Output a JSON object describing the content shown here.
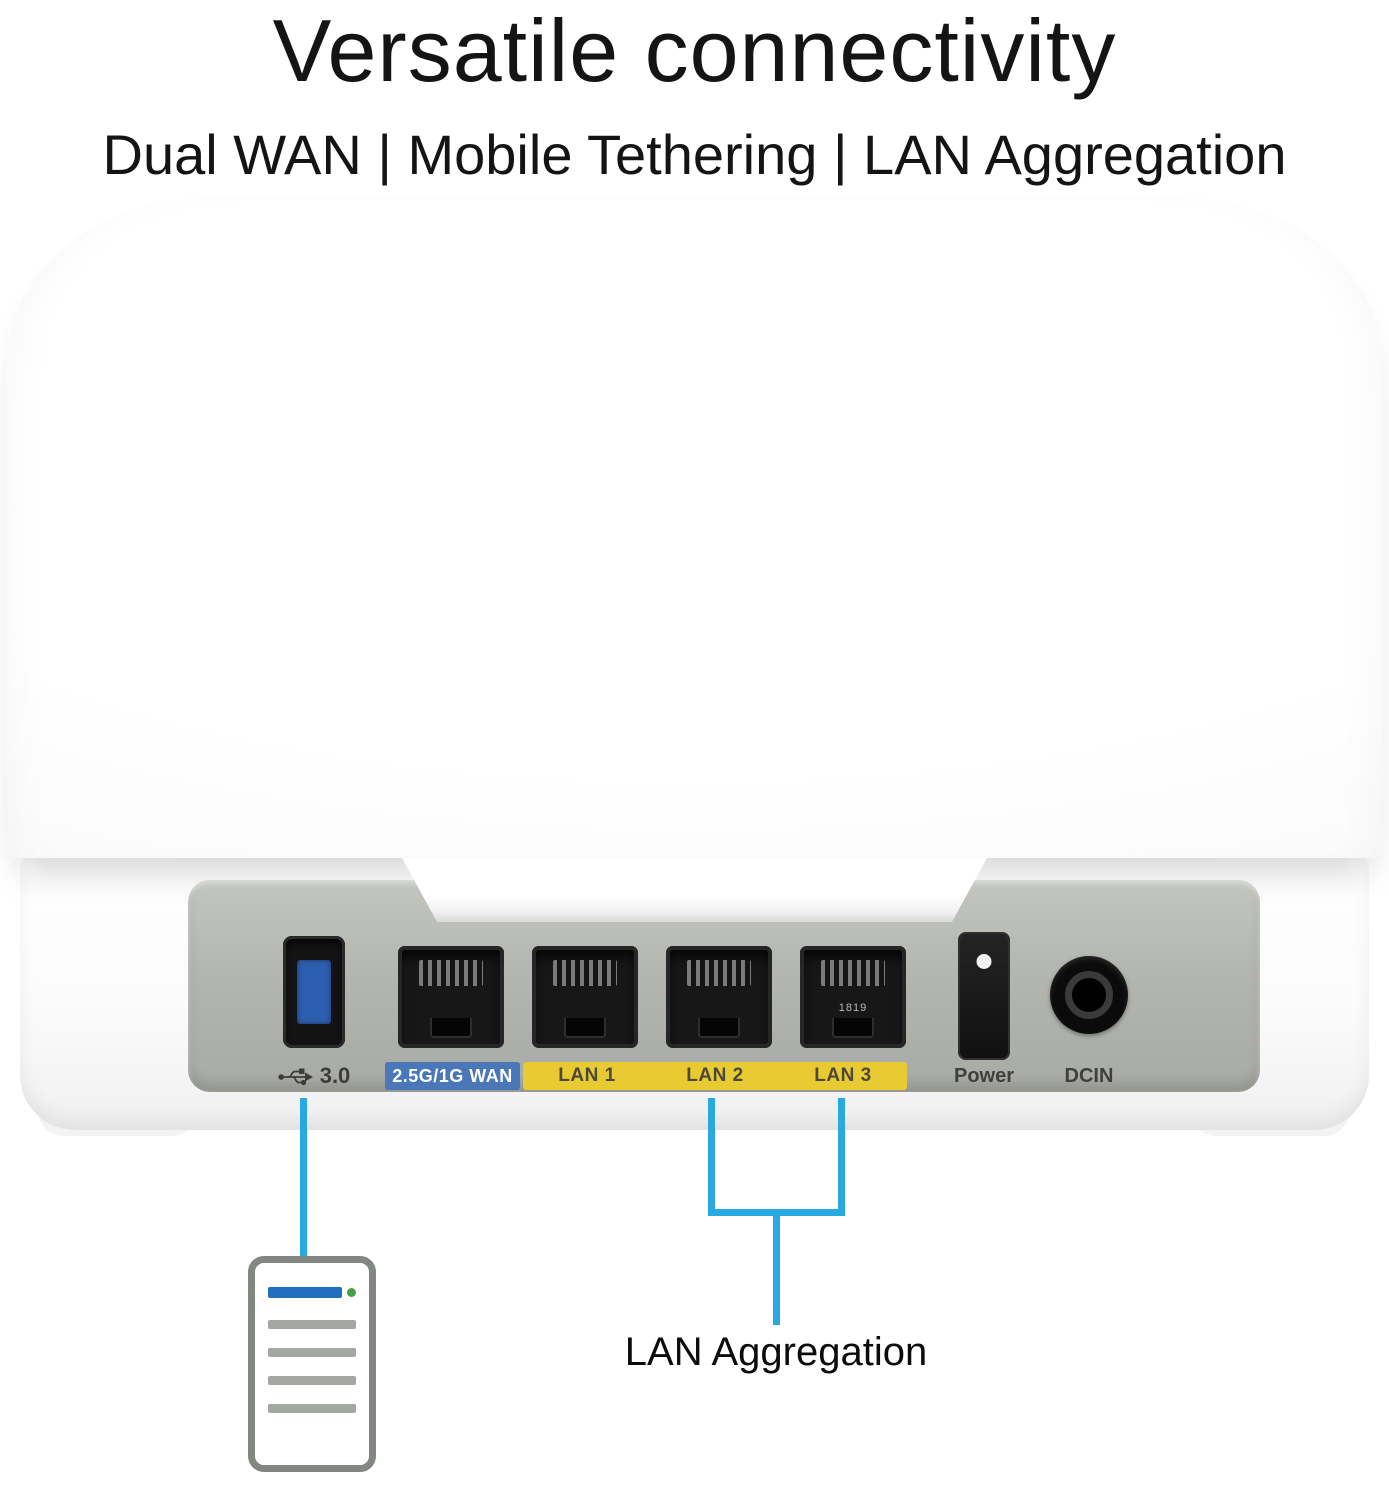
{
  "header": {
    "title": "Versatile connectivity",
    "subtitle": "Dual WAN | Mobile Tethering | LAN Aggregation"
  },
  "panel": {
    "usb_label": "3.0",
    "wan_label": "2.5G/1G WAN",
    "lan_labels": [
      "LAN 1",
      "LAN 2",
      "LAN 3"
    ],
    "power_label": "Power",
    "dcin_label": "DCIN",
    "port_sticker": "1819"
  },
  "callouts": {
    "lan_aggregation": "LAN Aggregation"
  },
  "icons": {
    "usb_icon": "usb-trident",
    "tethering_icon": "smartphone"
  },
  "colors": {
    "accent_blue": "#29a9e1",
    "wan_label_blue": "#4a77b8",
    "lan_label_yellow": "#e8ca32",
    "panel_gray": "#b3b6b0",
    "usb_port_blue": "#2d5fb0",
    "port_black": "#171717"
  }
}
